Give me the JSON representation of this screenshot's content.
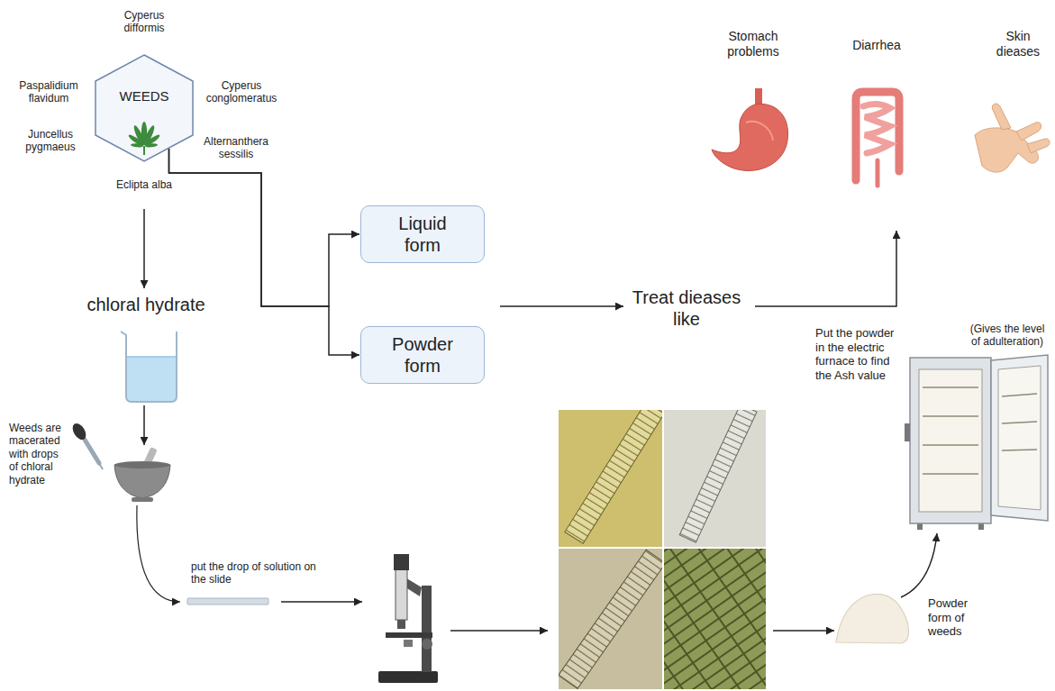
{
  "diagram": {
    "nodes": [
      {
        "text": [
          "WEEDS"
        ]
      },
      {
        "text": [
          "Liquid form"
        ]
      },
      {
        "text": [
          "Powder form"
        ]
      }
    ],
    "edges": [
      {
        "from": 0,
        "to": 1,
        "arrow": "to"
      },
      {
        "from": 0,
        "to": 2,
        "arrow": "to"
      }
    ],
    "labels": [
      "Cyperus difformis",
      "Paspalidium flavidum",
      "Juncellus pygmaeus",
      "Cyperus conglomeratus",
      "Alternanthera sessilis",
      "Eclipta alba",
      "chloral hydrate",
      "Weeds are macerated with drops of chloral hydrate",
      "put the drop of solution on the slide",
      "Treat dieases like",
      "Stomach problems",
      "Diarrhea",
      "Skin dieases",
      "(Gives the level of adulteration)",
      "Put the powder in the electric furnace to find the Ash value",
      "Powder form of weeds"
    ]
  }
}
